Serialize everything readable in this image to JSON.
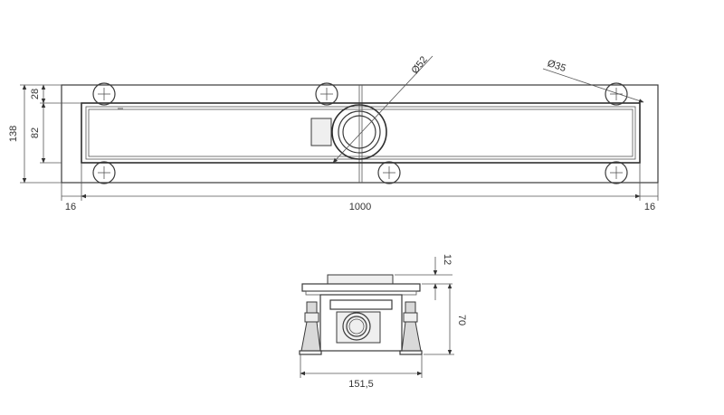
{
  "top_view": {
    "dim_total_height": "138",
    "dim_top_offset": "28",
    "dim_channel_height": "82",
    "dim_left_margin": "16",
    "dim_length": "1000",
    "dim_right_margin": "16",
    "dim_outlet_diameter": "Ø52",
    "dim_hole_diameter": "Ø35"
  },
  "section_view": {
    "dim_grate_thickness": "12",
    "dim_height": "70",
    "dim_width": "151,5"
  },
  "colors": {
    "line": "#3a3a3a",
    "fill": "#d9d9d9"
  }
}
